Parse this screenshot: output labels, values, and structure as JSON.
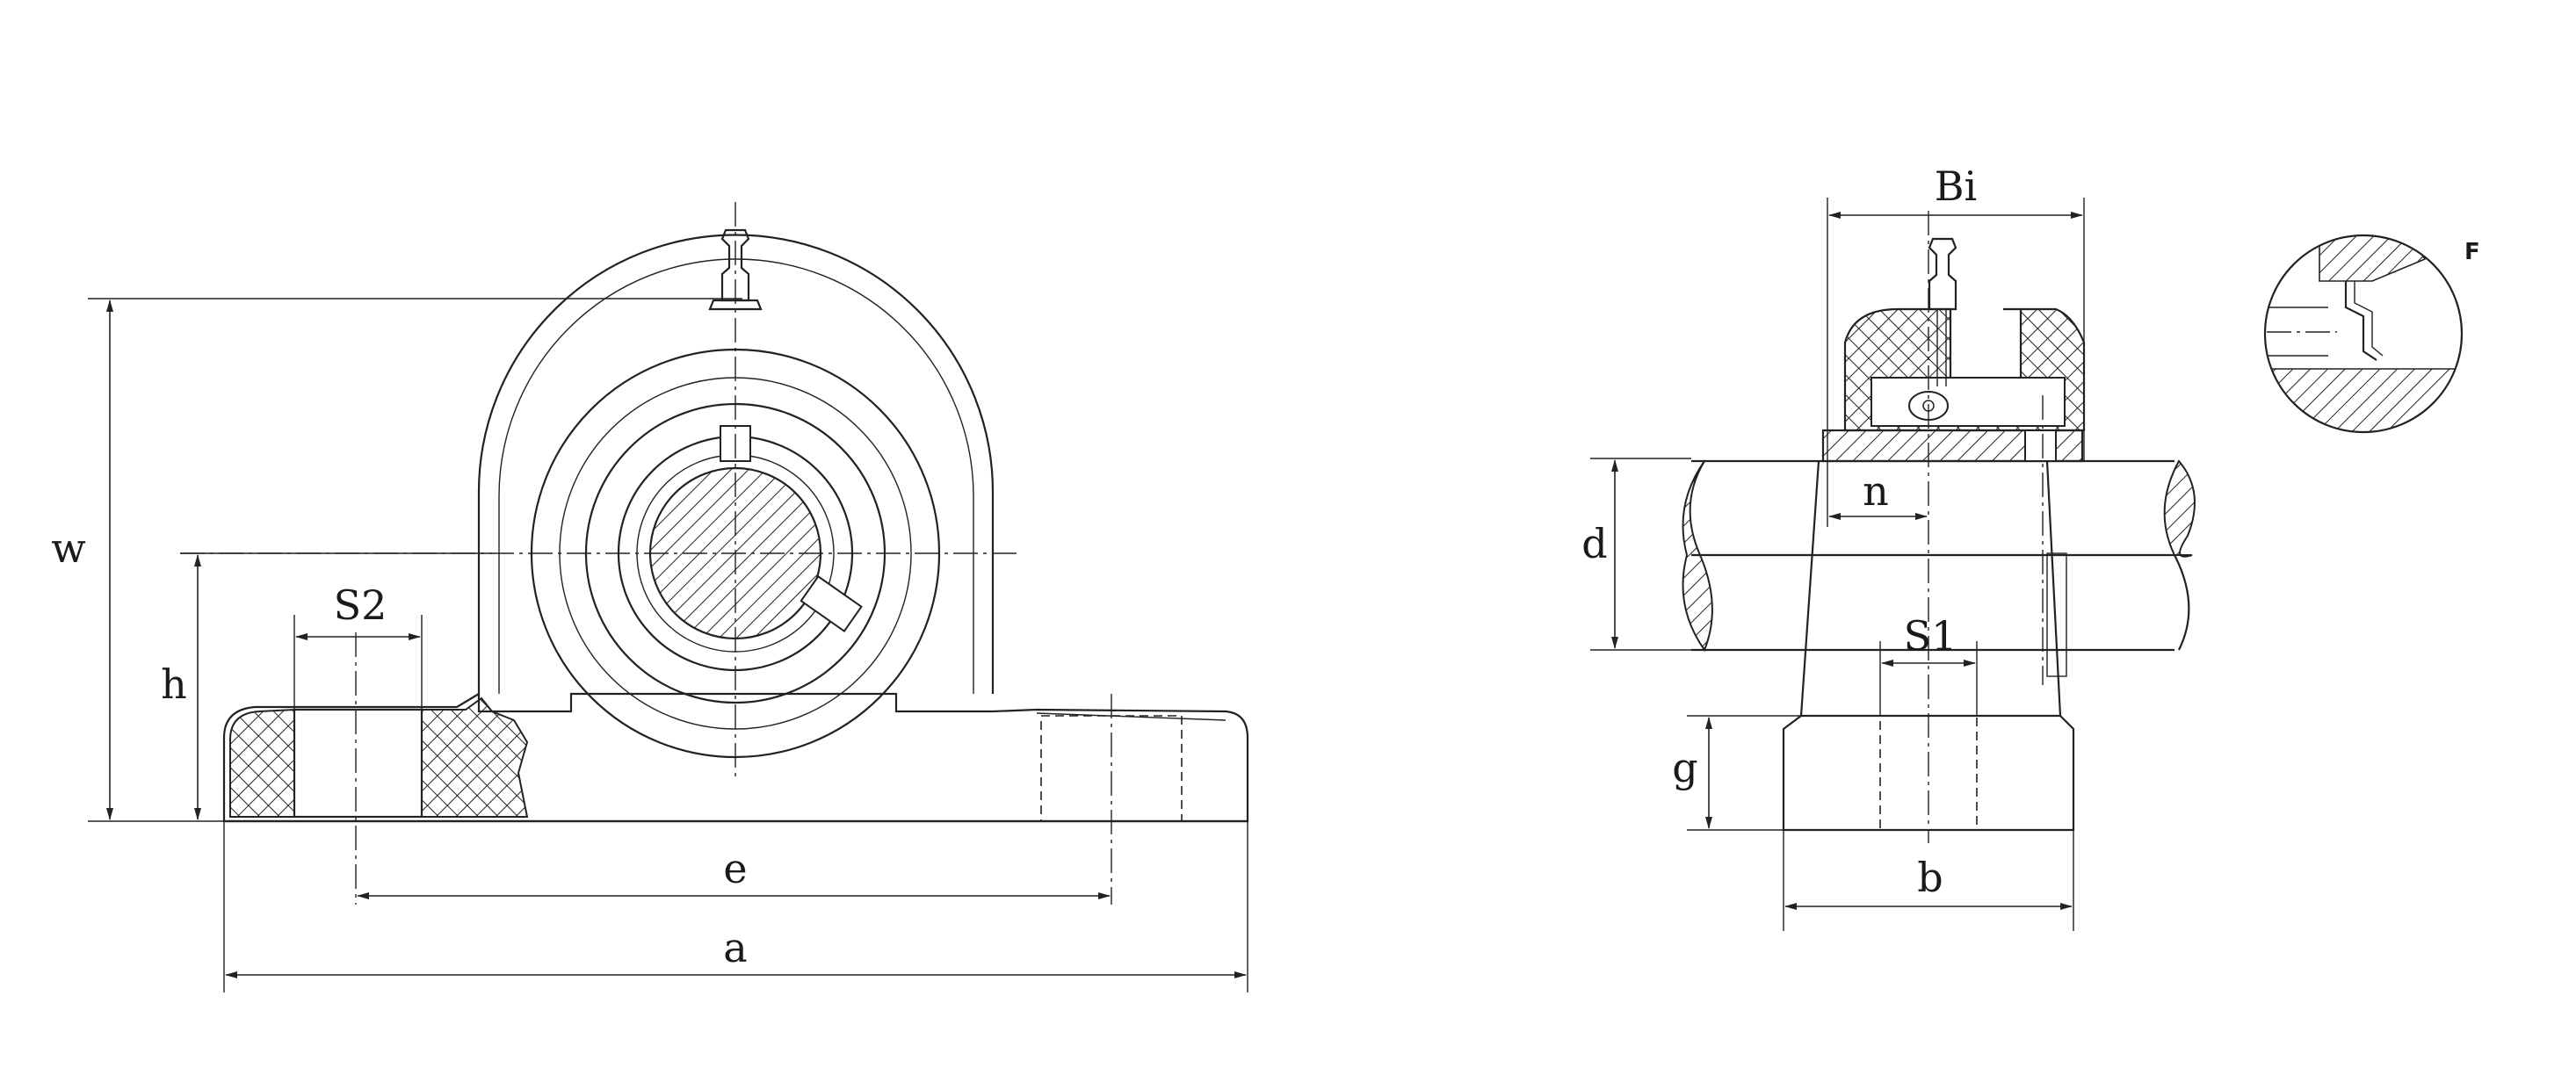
{
  "labels": {
    "w": "w",
    "h": "h",
    "S2": "S2",
    "e": "e",
    "a": "a",
    "Bi": "Bi",
    "d": "d",
    "n": "n",
    "S1": "S1",
    "g": "g",
    "b": "b",
    "F": "F"
  },
  "colors": {
    "line": "#222222",
    "background": "#ffffff"
  }
}
